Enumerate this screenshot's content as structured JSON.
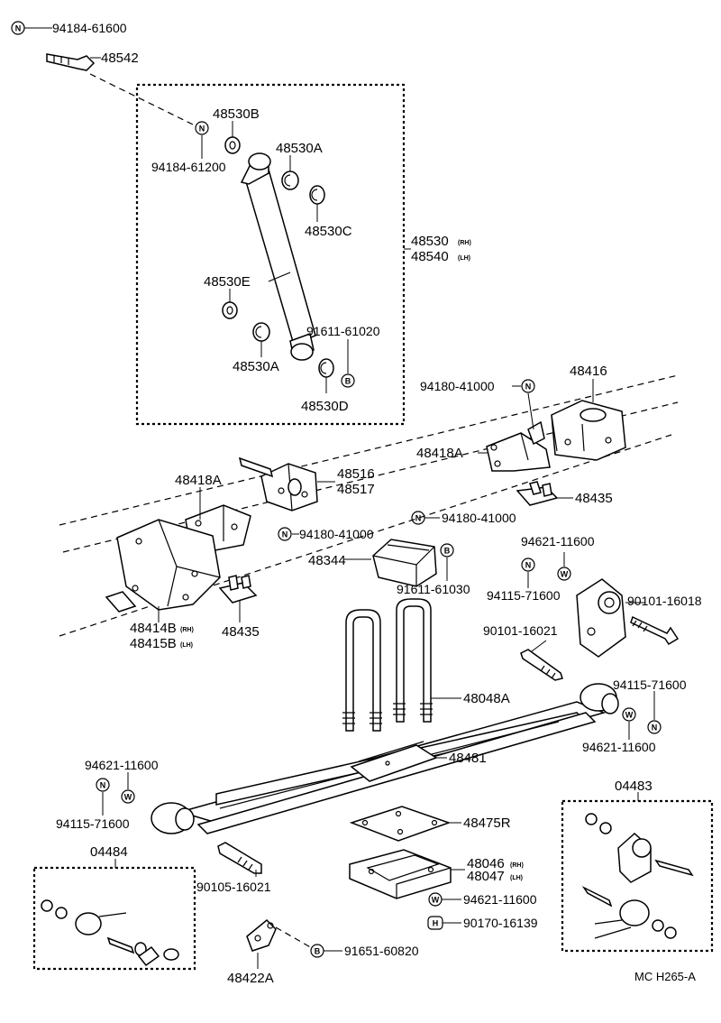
{
  "diagram_code": "MC H265-A",
  "symbols": {
    "N": "N",
    "W": "W",
    "B": "B",
    "H": "H"
  },
  "labels": {
    "p94184_61600": "94184-61600",
    "p48542": "48542",
    "p48530B": "48530B",
    "p94184_61200": "94184-61200",
    "p48530A_top": "48530A",
    "p48530C": "48530C",
    "p48530_rh": "48530",
    "p48540_lh": "48540",
    "rh": "(RH)",
    "lh": "(LH)",
    "p48530E": "48530E",
    "p91611_61020": "91611-61020",
    "p48530A_bot": "48530A",
    "p48530D": "48530D",
    "p94180_41000_a": "94180-41000",
    "p48416": "48416",
    "p48418A_right": "48418A",
    "p48516": "48516",
    "p48517": "48517",
    "p48435_right": "48435",
    "p48418A_left": "48418A",
    "p94180_41000_b": "94180-41000",
    "p94180_41000_c": "94180-41000",
    "p48344": "48344",
    "p91611_61030": "91611-61030",
    "p94621_11600_a": "94621-11600",
    "p94115_71600_a": "94115-71600",
    "p90101_16018": "90101-16018",
    "p48414B": "48414B",
    "p48415B": "48415B",
    "p48435_left": "48435",
    "p90101_16021": "90101-16021",
    "p48048A": "48048A",
    "p94115_71600_b": "94115-71600",
    "p94621_11600_b": "94621-11600",
    "p48481": "48481",
    "p94621_11600_c": "94621-11600",
    "p94115_71600_c": "94115-71600",
    "p04483": "04483",
    "p48475R": "48475R",
    "p04484": "04484",
    "p90105_16021": "90105-16021",
    "p48046": "48046",
    "p48047": "48047",
    "p94621_11600_d": "94621-11600",
    "p90170_16139": "90170-16139",
    "p91651_60820": "91651-60820",
    "p48422A": "48422A"
  }
}
